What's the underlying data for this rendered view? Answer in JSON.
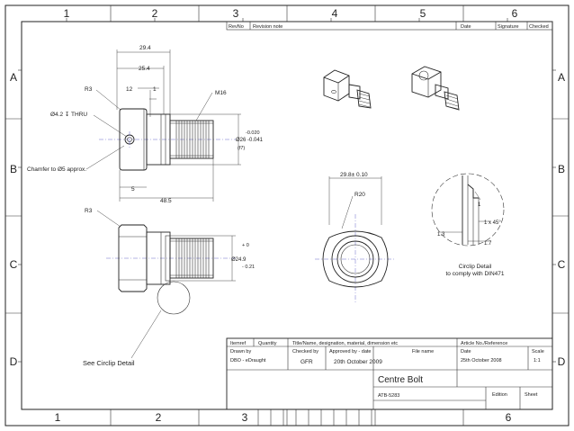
{
  "title_block": {
    "zone_columns": [
      "1",
      "2",
      "3",
      "4",
      "5",
      "6"
    ],
    "zone_rows": [
      "A",
      "B",
      "C",
      "D"
    ],
    "revision_table": {
      "rev_no": "RevNo",
      "revision_note": "Revision note",
      "date": "Date",
      "signature": "Signature",
      "checked": "Checked"
    },
    "item_ref": "Itemref",
    "quantity": "Quantity",
    "title_name_label": "Title/Name, designation, material, dimension etc",
    "article_no_label": "Article No./Reference",
    "drawn_by_label": "Drawn by",
    "drawn_by_value": "DBO - eDraught",
    "checked_by_label": "Checked by",
    "checked_by_value": "GFR",
    "approved_by_label": "Approved by - date",
    "approved_by_value": "20th October 2009",
    "file_name_label": "File name",
    "date_label": "Date",
    "date_value": "25th October 2008",
    "scale_label": "Scale",
    "scale_value": "1:1",
    "part_title": "Centre Bolt",
    "part_number": "ATB-5283",
    "edition_label": "Edition",
    "sheet_label": "Sheet"
  },
  "dimensions": {
    "d_29_4": "29.4",
    "d_25_4": "25.4",
    "d_12": "12",
    "d_1": "1",
    "r3_top": "R3",
    "thru_hole": "Ø4.2 ↧ THRU",
    "m16": "M16",
    "tol_top": "-0.020",
    "dia_26": "Ø26 -0.041",
    "f7": "(f7)",
    "chamfer": "Chamfer to Ø5 approx.",
    "d_5": "5",
    "d_48_5": "48.5",
    "r3_bottom": "R3",
    "tol_plus": "+ 0",
    "dia_24_9": "Ø24.9",
    "tol_minus": "- 0.21",
    "width_29_8": "29.8± 0.10",
    "r20": "R20",
    "chamfer_1x45": "1 x 45°",
    "d_1_3": "1.3",
    "d_1_7": "1.7",
    "d_1_small": "1"
  },
  "notes": {
    "circlip_detail": "Circlip Detail",
    "din_note": "to comply with DIN471",
    "see_detail": "See Circlip Detail"
  }
}
